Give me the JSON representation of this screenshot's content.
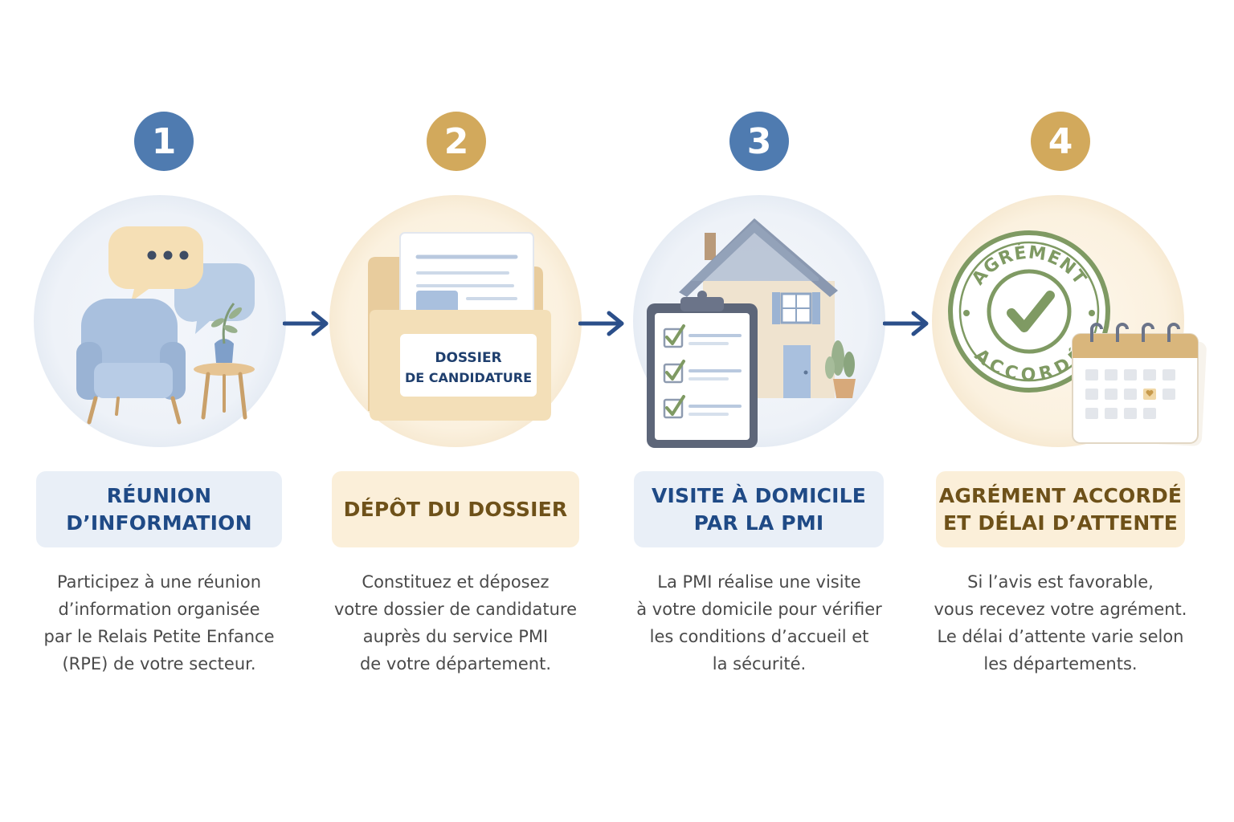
{
  "colors": {
    "blue": "#4f7bb0",
    "gold": "#d2a95c",
    "arrow": "#2b4f8a",
    "blue_title": "#1f4a86",
    "gold_title": "#6e5119"
  },
  "steps": [
    {
      "number": "1",
      "title": "RÉUNION\nD’INFORMATION",
      "description": "Participez à une réunion\nd’information organisée\npar le Relais Petite Enfance\n(RPE) de votre secteur.",
      "icon": "armchair-speech-bubbles-icon"
    },
    {
      "number": "2",
      "title": "DÉPÔT DU DOSSIER",
      "description": "Constituez et déposez\nvotre dossier de candidature\nauprès du service PMI\nde votre département.",
      "folder_label_line1": "DOSSIER",
      "folder_label_line2": "DE CANDIDATURE",
      "icon": "application-folder-icon"
    },
    {
      "number": "3",
      "title": "VISITE À DOMICILE\nPAR LA PMI",
      "description": "La PMI réalise une visite\nà votre domicile pour vérifier\nles conditions d’accueil et\nla sécurité.",
      "icon": "house-checklist-icon"
    },
    {
      "number": "4",
      "title": "AGRÉMENT ACCORDÉ\nET DÉLAI D’ATTENTE",
      "description": "Si l’avis est favorable,\nvous recevez votre agrément.\nLe délai d’attente varie selon\nles départements.",
      "stamp_top": "AGRÉMENT",
      "stamp_bottom": "ACCORDÉ",
      "icon": "approval-stamp-calendar-icon"
    }
  ]
}
